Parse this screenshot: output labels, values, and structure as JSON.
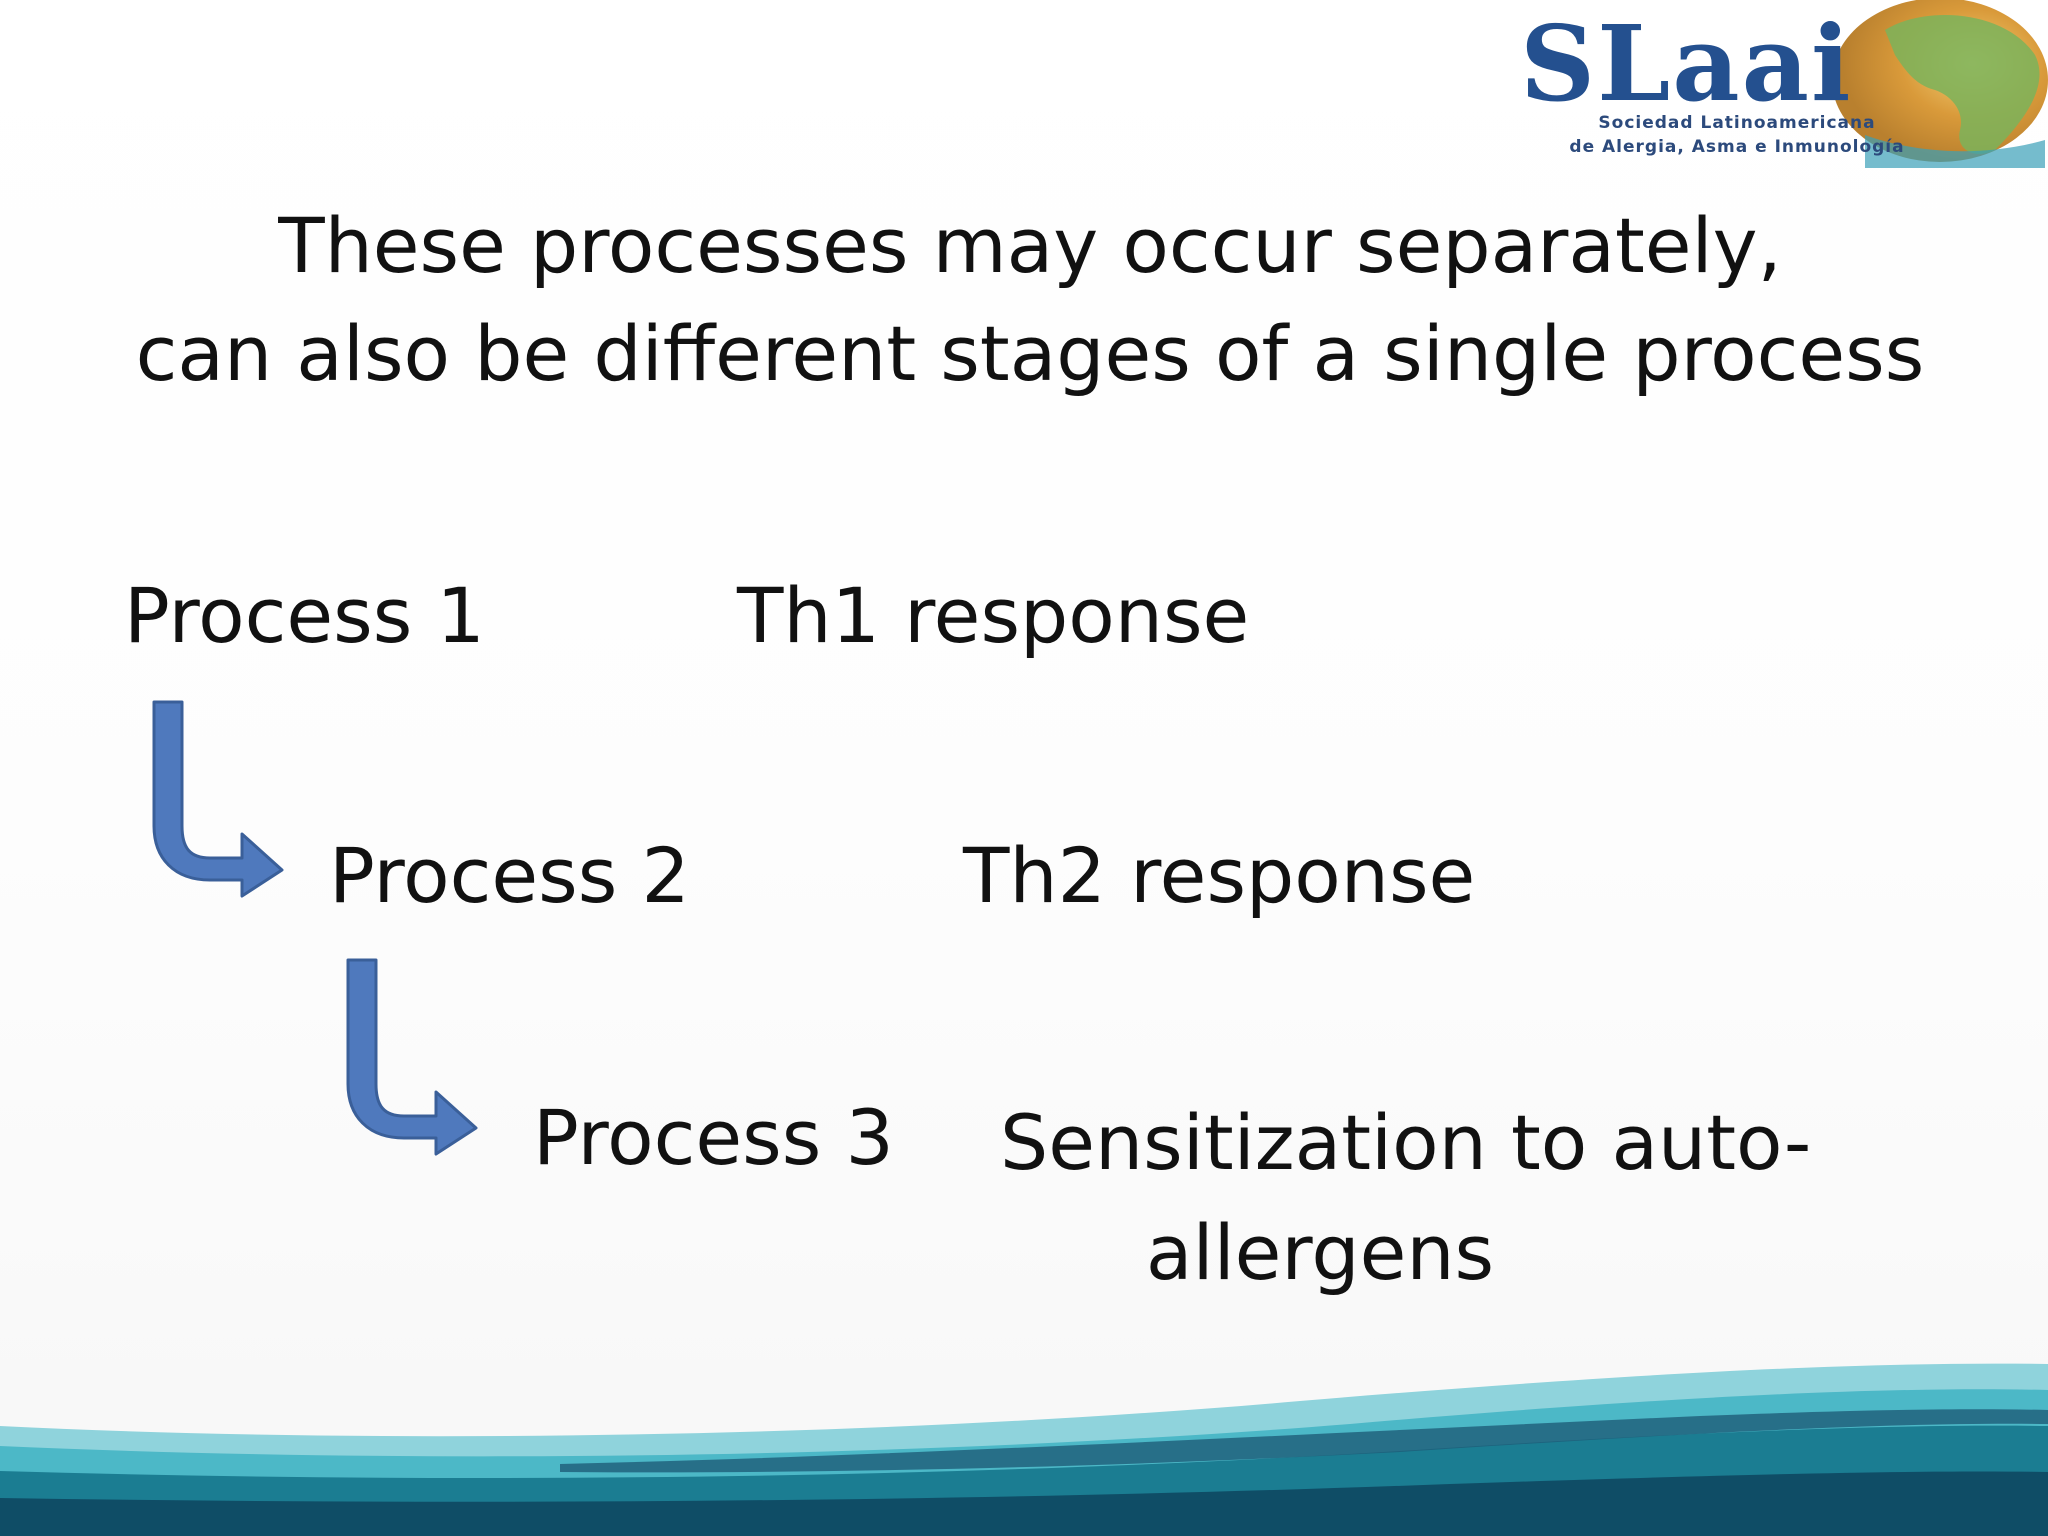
{
  "logo": {
    "brand": "SLaai",
    "line1": "Sociedad Latinoamericana",
    "line2": "de Alergia, Asma e Inmunología"
  },
  "title": {
    "line1": "These processes may occur separately,",
    "line2": "can also be different stages of a single process"
  },
  "rows": [
    {
      "process": "Process 1",
      "response": "Th1 response"
    },
    {
      "process": "Process 2",
      "response": "Th2 response"
    },
    {
      "process": "Process 3",
      "response_line1": "Sensitization to auto-",
      "response_line2": "allergens"
    }
  ],
  "colors": {
    "arrow_fill": "#4f79bd",
    "arrow_stroke": "#3a5f99",
    "wave_dark": "#0f4d66",
    "wave_mid": "#1b7d92",
    "wave_light": "#4cb8c7",
    "text": "#111111"
  },
  "icons": [
    "bent-arrow-icon"
  ]
}
